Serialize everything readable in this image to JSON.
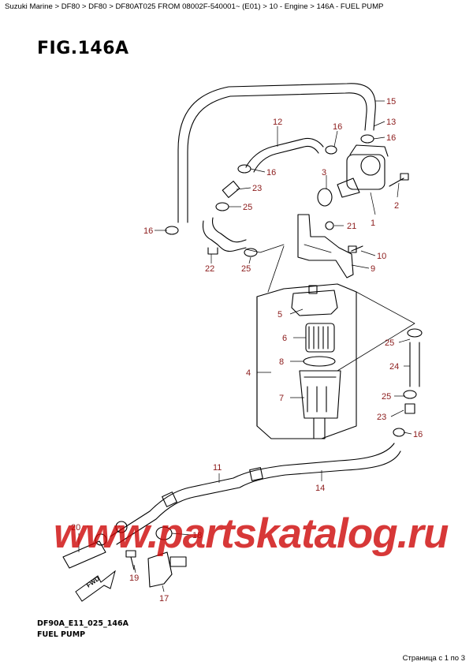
{
  "breadcrumb": "Suzuki Marine > DF80 > DF80 > DF80AT025 FROM 08002F-540001~ (E01) > 10 - Engine > 146A - FUEL PUMP",
  "figure_title": "FIG.146A",
  "diagram_code": "DF90A_E11_025_146A",
  "caption": "FUEL PUMP",
  "pager": "Страница с 1 по 3",
  "watermark": "www.partskatalog.ru",
  "fwd_label": "FWD",
  "colors": {
    "callout": "#8b1a1a",
    "line": "#000000",
    "watermark": "#cc0000"
  },
  "callouts": [
    "15",
    "13",
    "12",
    "16",
    "16",
    "3",
    "16",
    "2",
    "23",
    "25",
    "21",
    "1",
    "16",
    "22",
    "25",
    "10",
    "9",
    "5",
    "6",
    "25",
    "8",
    "4",
    "24",
    "7",
    "25",
    "23",
    "16",
    "11",
    "14",
    "20",
    "18",
    "19",
    "17"
  ]
}
